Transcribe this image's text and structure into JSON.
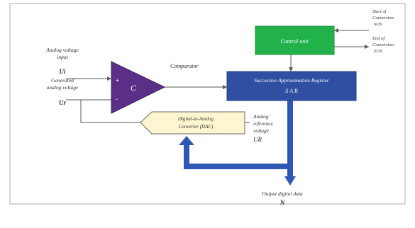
{
  "diagram": {
    "control_unit": {
      "label": "Control unit"
    },
    "sar": {
      "title": "Successive Approximation Register",
      "short": "S A R"
    },
    "comparator": {
      "label": "Comparator",
      "symbol": "C",
      "plus": "+",
      "minus": "-"
    },
    "dac": {
      "line1": "Digital-to-Analog",
      "line2": "Converter (DAC)"
    },
    "signals": {
      "analog_input_line1": "Analog voltage",
      "analog_input_line2": "input",
      "analog_input_symbol": "Ui",
      "generated_line1": "Generated",
      "generated_line2": "analog voltage",
      "generated_symbol": "Ur",
      "reference_line1": "Analog",
      "reference_line2": "reference",
      "reference_line3": "voltage",
      "reference_symbol": "UR",
      "soc_line1": "Start of",
      "soc_line2": "Conversion",
      "soc_line3": "SOS",
      "eoc_line1": "End of",
      "eoc_line2": "Conversion",
      "eoc_line3": "EOS",
      "output_line1": "Output digital data",
      "output_symbol": "N"
    },
    "colors": {
      "control_unit_fill": "#22b24c",
      "sar_fill": "#2f4fa2",
      "comparator_fill": "#5b2f87",
      "dac_fill": "#fdf6d0",
      "bus_color": "#2f57b5",
      "wire_color": "#5a5a5a",
      "text_color": "#303030"
    }
  }
}
